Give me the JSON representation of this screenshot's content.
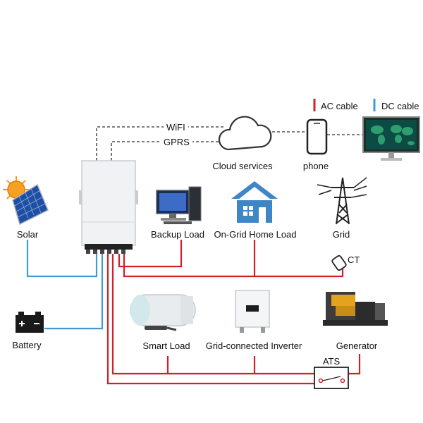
{
  "legend": {
    "ac_cable": "AC cable",
    "dc_cable": "DC cable",
    "ac_color": "#d0212a",
    "dc_color": "#3f9ad6"
  },
  "links": {
    "wifi": "WiFI",
    "gprs": "GPRS"
  },
  "devices": {
    "cloud": "Cloud services",
    "phone": "phone",
    "solar": "Solar",
    "backup_load": "Backup Load",
    "on_grid_home_load": "On-Grid Home Load",
    "grid": "Grid",
    "ct": "CT",
    "battery": "Battery",
    "smart_load": "Smart Load",
    "grid_inverter": "Grid-connected Inverter",
    "generator": "Generator",
    "ats": "ATS"
  },
  "icons": {
    "cloud": "cloud-icon",
    "phone": "smartphone-icon",
    "monitor": "monitor-world-map-icon",
    "solar": "solar-panel-icon",
    "inverter": "hybrid-inverter-icon",
    "computer": "desktop-computer-icon",
    "house": "house-icon",
    "grid": "transmission-tower-icon",
    "ct": "current-transformer-icon",
    "battery": "battery-icon",
    "smart_load": "water-heater-icon",
    "grid_inverter": "grid-inverter-icon",
    "generator": "diesel-generator-icon",
    "ats": "transfer-switch-icon"
  }
}
